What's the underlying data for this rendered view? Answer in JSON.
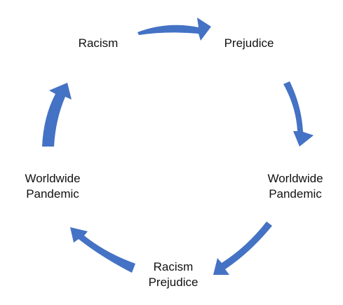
{
  "diagram": {
    "type": "cycle",
    "arrow_color": "#4472c4",
    "text_color": "#111111",
    "nodes": [
      {
        "id": "racism",
        "lines": [
          "Racism"
        ]
      },
      {
        "id": "prejudice",
        "lines": [
          "Prejudice"
        ]
      },
      {
        "id": "pandemic-right",
        "lines": [
          "Worldwide",
          "Pandemic"
        ]
      },
      {
        "id": "racism-prejudice",
        "lines": [
          "Racism",
          "Prejudice"
        ]
      },
      {
        "id": "pandemic-left",
        "lines": [
          "Worldwide",
          "Pandemic"
        ]
      }
    ],
    "edges": [
      {
        "from": "racism",
        "to": "prejudice"
      },
      {
        "from": "prejudice",
        "to": "pandemic-right"
      },
      {
        "from": "pandemic-right",
        "to": "racism-prejudice"
      },
      {
        "from": "racism-prejudice",
        "to": "pandemic-left"
      },
      {
        "from": "pandemic-left",
        "to": "racism"
      }
    ]
  }
}
